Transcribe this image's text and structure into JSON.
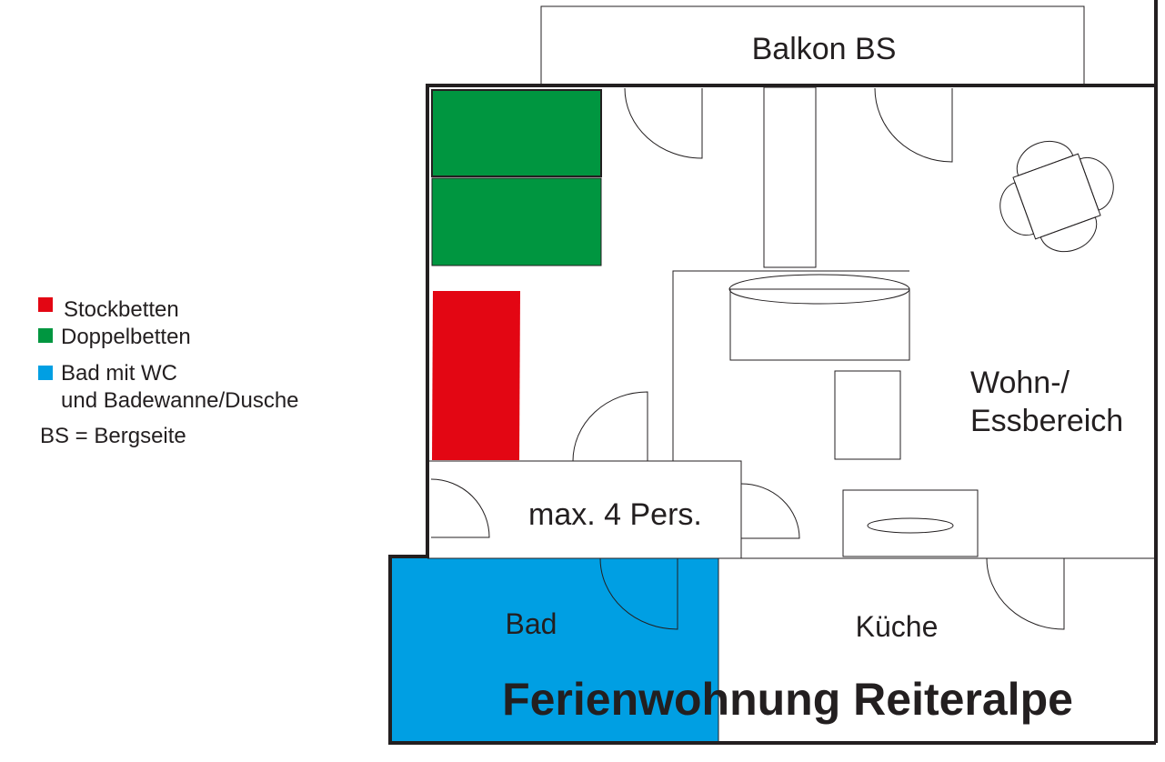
{
  "title": "Ferienwohnung Reiteralpe",
  "legend": {
    "items": [
      {
        "color": "#e30613",
        "label": "Stockbetten"
      },
      {
        "color": "#009640",
        "label": "Doppelbetten"
      },
      {
        "color": "#009fe3",
        "label": "Bad mit WC",
        "label2": "und Badewanne/Dusche"
      }
    ],
    "note": "BS = Bergseite"
  },
  "rooms": {
    "balcony": "Balkon BS",
    "living": [
      "Wohn-/",
      "Essbereich"
    ],
    "capacity": "max. 4 Pers.",
    "bath": "Bad",
    "kitchen": "Küche"
  },
  "colors": {
    "bunk_bed": "#e30613",
    "double_bed": "#009640",
    "bath": "#009fe3",
    "lines": "#231f20"
  }
}
